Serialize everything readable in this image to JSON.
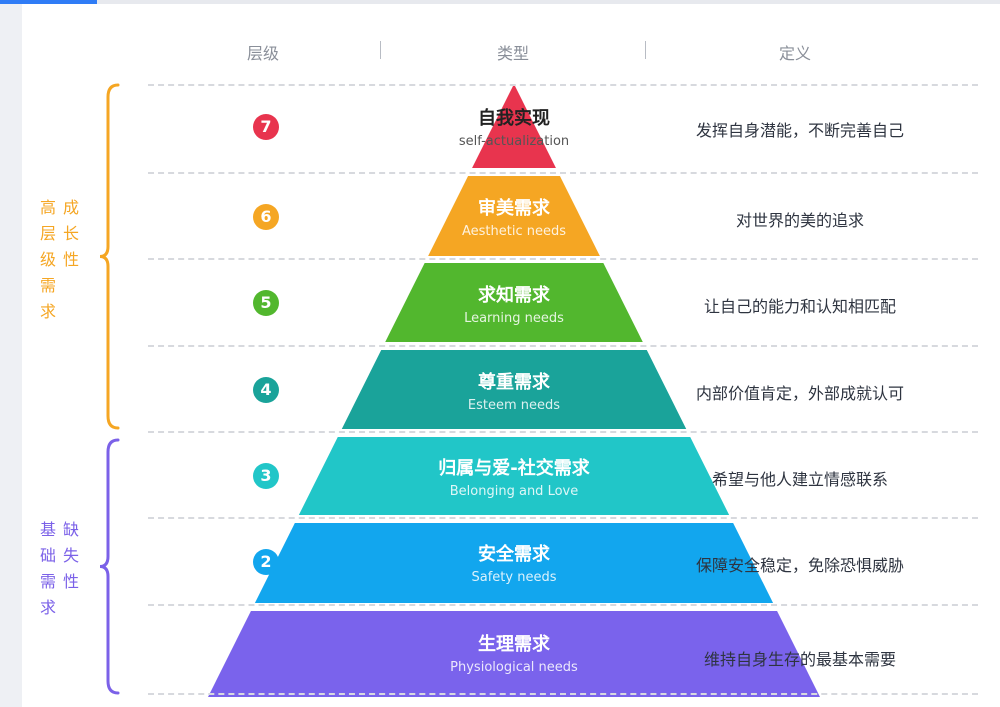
{
  "header": {
    "col_level": "层级",
    "col_type": "类型",
    "col_def": "定义"
  },
  "groups": {
    "high": {
      "line1": "高成",
      "line2": "层长",
      "line3": "级性",
      "line4": "需",
      "line5": "求",
      "color": "#f5a623"
    },
    "low": {
      "line1": "基缺",
      "line2": "础失",
      "line3": "需性",
      "line4": "求",
      "color": "#7b61e8"
    }
  },
  "tiers": [
    {
      "num": "7",
      "title": "自我实现",
      "subtitle": "self-actualization",
      "definition": "发挥自身潜能，不断完善自己",
      "color": "#e8344e",
      "badge_color": "#e8344e"
    },
    {
      "num": "6",
      "title": "审美需求",
      "subtitle": "Aesthetic needs",
      "definition": "对世界的美的追求",
      "color": "#f5a623",
      "badge_color": "#f5a623"
    },
    {
      "num": "5",
      "title": "求知需求",
      "subtitle": "Learning needs",
      "definition": "让自己的能力和认知相匹配",
      "color": "#52b72e",
      "badge_color": "#52b72e"
    },
    {
      "num": "4",
      "title": "尊重需求",
      "subtitle": "Esteem needs",
      "definition": "内部价值肯定，外部成就认可",
      "color": "#1aa39a",
      "badge_color": "#1aa39a"
    },
    {
      "num": "3",
      "title": "归属与爱-社交需求",
      "subtitle": "Belonging and Love",
      "definition": "希望与他人建立情感联系",
      "color": "#21c6c8",
      "badge_color": "#21c6c8"
    },
    {
      "num": "2",
      "title": "安全需求",
      "subtitle": "Safety needs",
      "definition": "保障安全稳定，免除恐惧威胁",
      "color": "#12a6ee",
      "badge_color": "#12a6ee"
    },
    {
      "num": "",
      "title": "生理需求",
      "subtitle": "Physiological needs",
      "definition": "维持自身生存的最基本需要",
      "color": "#7a63ec",
      "badge_color": ""
    }
  ]
}
